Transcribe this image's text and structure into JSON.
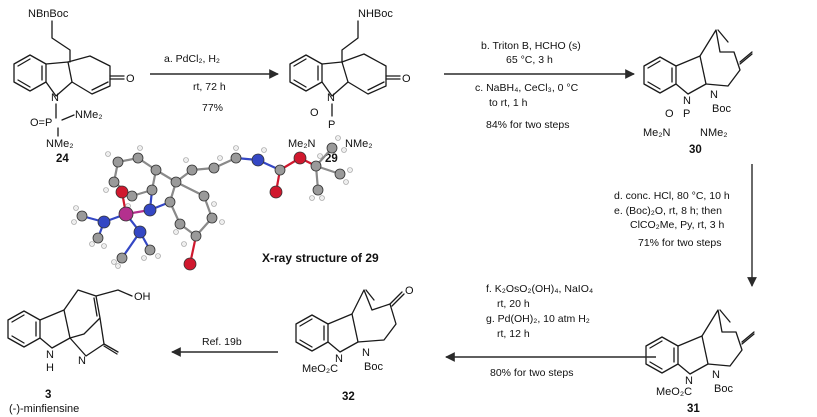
{
  "compounds": {
    "c24": {
      "number": "24",
      "top_group": "NBnBoc",
      "p_group": "O=P",
      "nme2_a": "NMe₂",
      "nme2_b": "NMe₂",
      "n": "N",
      "carbonyl": "O"
    },
    "c29": {
      "number": "29",
      "top_group": "NHBoc",
      "p_group": "O",
      "nme2_a": "Me₂N",
      "nme2_b": "NMe₂",
      "n": "N",
      "p": "P",
      "carbonyl": "O"
    },
    "c30": {
      "number": "30",
      "n": "N",
      "boc": "Boc",
      "p_group": "O",
      "p": "P",
      "nme2_a": "Me₂N",
      "nme2_b": "NMe₂",
      "n2": "N"
    },
    "c31": {
      "number": "31",
      "n": "N",
      "boc": "Boc",
      "ester": "MeO₂C",
      "n2": "N"
    },
    "c32": {
      "number": "32",
      "n": "N",
      "boc": "Boc",
      "ester": "MeO₂C",
      "carbonyl": "O",
      "n2": "N"
    },
    "c3": {
      "number": "3",
      "name": "(-)-minfiensine",
      "oh": "OH",
      "nh": "N",
      "h": "H",
      "n": "N"
    }
  },
  "steps": {
    "s1": {
      "a": "a. PdCl₂, H₂",
      "cond": "rt, 72 h",
      "yield": "77%"
    },
    "s2": {
      "b": "b. Triton B, HCHO (s)",
      "b_cond": "65 °C, 3 h",
      "c": "c. NaBH₄, CeCl₃, 0 °C",
      "c_cond": "to rt, 1 h",
      "yield": "84% for two steps"
    },
    "s3": {
      "d": "d. conc. HCl, 80 °C, 10 h",
      "e": "e. (Boc)₂O, rt, 8 h; then",
      "e2": "ClCO₂Me, Py, rt, 3 h",
      "yield": "71% for two steps"
    },
    "s4": {
      "f": "f. K₂OsO₂(OH)₄, NaIO₄",
      "f_cond": "rt, 20 h",
      "g": "g. Pd(OH)₂, 10 atm H₂",
      "g_cond": "rt, 12 h",
      "yield": "80% for two steps"
    },
    "s5": {
      "ref": "Ref. 19b"
    }
  },
  "xray": {
    "caption": "X-ray structure of 29"
  },
  "colors": {
    "oxygen": "#d0182e",
    "phosphorus": "#b4308e",
    "nitrogen": "#3447c4",
    "carbon": "#9a9a9a",
    "hydrogen": "#eeeeee",
    "arrow": "#2a2a2a",
    "bond": "#1a1a1a"
  }
}
